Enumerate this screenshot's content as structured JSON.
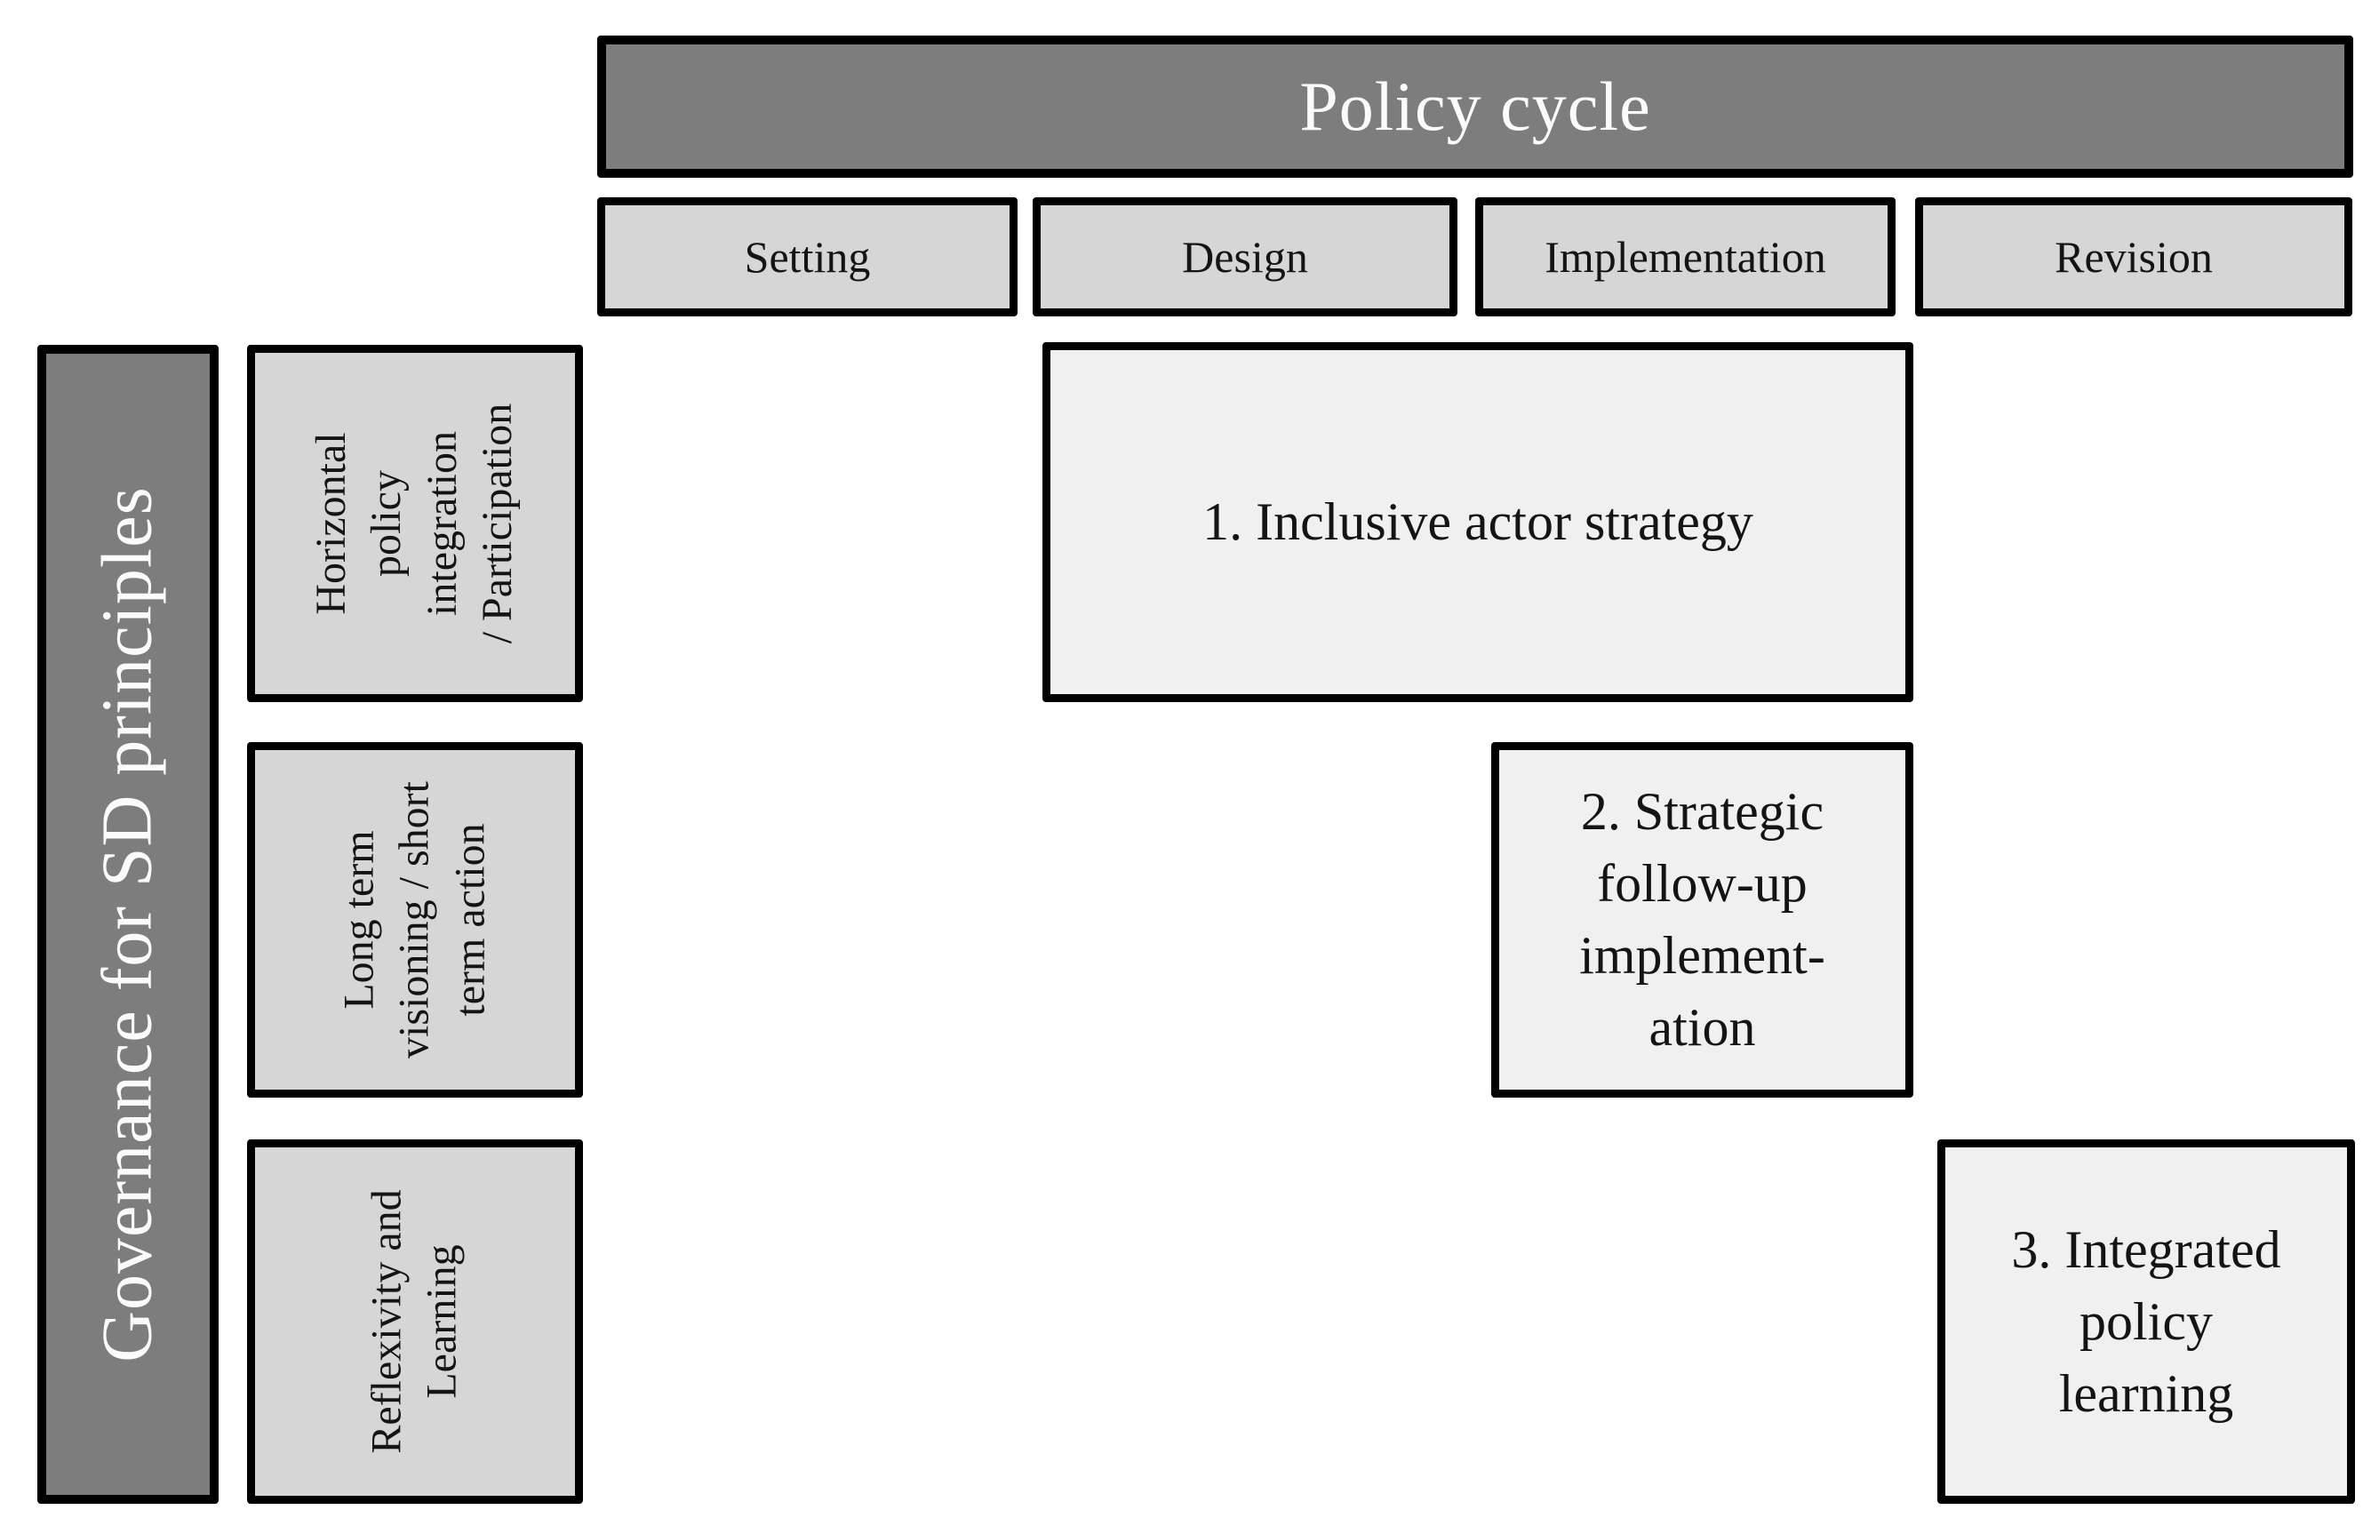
{
  "policy_cycle": {
    "title": "Policy cycle",
    "stages": [
      {
        "label": "Setting"
      },
      {
        "label": "Design"
      },
      {
        "label": "Implementation"
      },
      {
        "label": "Revision"
      }
    ]
  },
  "governance": {
    "title": "Governance for SD principles",
    "principles": [
      {
        "label": "Horizontal policy integration / Participation",
        "display": "Horizontal\npolicy\nintegration\n/ Participation"
      },
      {
        "label": "Long term visioning / short term action",
        "display": "Long term\nvisioning / short\nterm action"
      },
      {
        "label": "Reflexivity and Learning",
        "display": "Reflexivity and\nLearning"
      }
    ]
  },
  "strategies": [
    {
      "label": "1. Inclusive actor strategy",
      "display": "1. Inclusive actor strategy",
      "principle_row": "Horizontal policy integration / Participation",
      "stage_span": "Design, Implementation"
    },
    {
      "label": "2. Strategic follow-up implementation",
      "display": "2. Strategic\nfollow-up\nimplement-\nation",
      "principle_row": "Long term visioning / short term action",
      "stage_span": "Implementation"
    },
    {
      "label": "3. Integrated policy learning",
      "display": "3. Integrated\npolicy\nlearning",
      "principle_row": "Reflexivity and Learning",
      "stage_span": "Revision"
    }
  ],
  "colors": {
    "header_fill": "#7d7d7d",
    "header_text": "#fbfbfb",
    "cell_fill": "#d6d6d6",
    "strategy_fill": "#f0f0f0",
    "border": "#000000",
    "text": "#141414",
    "background": "#ffffff"
  }
}
